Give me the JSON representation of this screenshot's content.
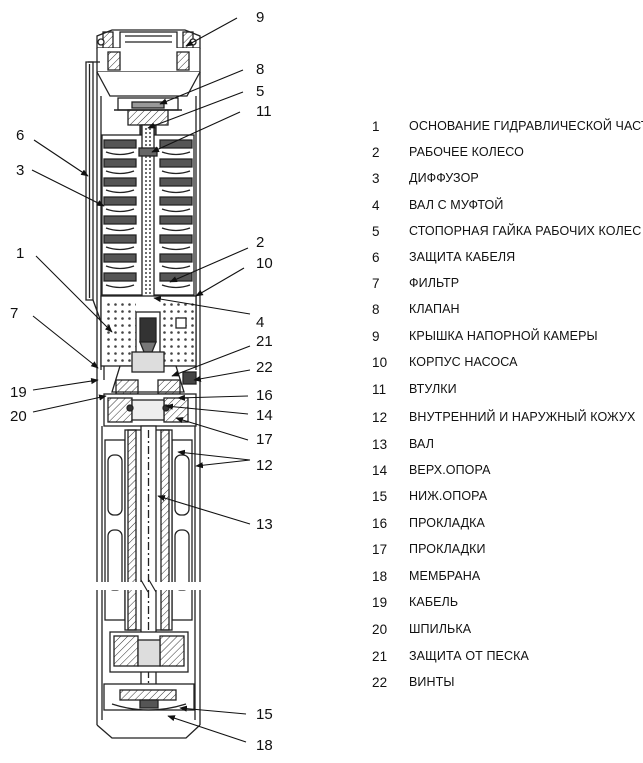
{
  "legend": [
    {
      "num": "1",
      "label": "ОСНОВАНИЕ ГИДРАВЛИЧЕСКОЙ ЧАСТИ"
    },
    {
      "num": "2",
      "label": "РАБОЧЕЕ КОЛЕСО"
    },
    {
      "num": "3",
      "label": "ДИФФУЗОР"
    },
    {
      "num": "4",
      "label": "ВАЛ С МУФТОЙ"
    },
    {
      "num": "5",
      "label": "СТОПОРНАЯ ГАЙКА РАБОЧИХ КОЛЕС"
    },
    {
      "num": "6",
      "label": "ЗАЩИТА КАБЕЛЯ"
    },
    {
      "num": "7",
      "label": "ФИЛЬТР"
    },
    {
      "num": "8",
      "label": "КЛАПАН"
    },
    {
      "num": "9",
      "label": "КРЫШКА НАПОРНОЙ КАМЕРЫ"
    },
    {
      "num": "10",
      "label": "КОРПУС НАСОСА"
    },
    {
      "num": "11",
      "label": "ВТУЛКИ"
    },
    {
      "num": "12",
      "label": "ВНУТРЕННИЙ И НАРУЖНЫЙ КОЖУХ"
    },
    {
      "num": "13",
      "label": "ВАЛ"
    },
    {
      "num": "14",
      "label": "ВЕРХ.ОПОРА"
    },
    {
      "num": "15",
      "label": "НИЖ.ОПОРА"
    },
    {
      "num": "16",
      "label": "ПРОКЛАДКА"
    },
    {
      "num": "17",
      "label": "ПРОКЛАДКИ"
    },
    {
      "num": "18",
      "label": "МЕМБРАНА"
    },
    {
      "num": "19",
      "label": "КАБЕЛЬ"
    },
    {
      "num": "20",
      "label": "ШПИЛЬКА"
    },
    {
      "num": "21",
      "label": "ЗАЩИТА ОТ ПЕСКА"
    },
    {
      "num": "22",
      "label": "ВИНТЫ"
    }
  ],
  "callouts": {
    "c1": "1",
    "c2": "2",
    "c3": "3",
    "c4": "4",
    "c5": "5",
    "c6": "6",
    "c7": "7",
    "c8": "8",
    "c9": "9",
    "c10": "10",
    "c11": "11",
    "c12": "12",
    "c13": "13",
    "c14": "14",
    "c15": "15",
    "c16": "16",
    "c17": "17",
    "c18": "18",
    "c19": "19",
    "c20": "20",
    "c21": "21",
    "c22": "22"
  }
}
